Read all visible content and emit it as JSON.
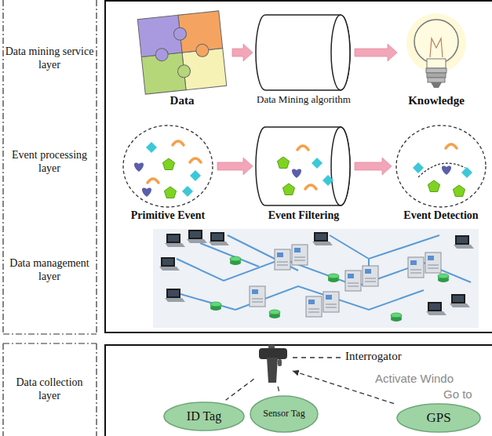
{
  "diagram": {
    "nodes": [
      {
        "text": [
          "Data"
        ]
      },
      {
        "text": [
          "Data Mining algorithm"
        ]
      },
      {
        "text": [
          "Knowledge"
        ]
      },
      {
        "text": [
          "Primitive Event"
        ]
      },
      {
        "text": [
          "Event Filtering"
        ]
      },
      {
        "text": [
          "Event Detection"
        ]
      },
      {
        "text": [
          "Interrogator"
        ]
      },
      {
        "text": [
          "ID Tag"
        ]
      },
      {
        "text": [
          "Sensor Tag"
        ]
      },
      {
        "text": [
          "GPS"
        ]
      }
    ],
    "edges": [
      {
        "from": 0,
        "to": 1,
        "arrow": "to"
      },
      {
        "from": 1,
        "to": 2,
        "arrow": "to"
      },
      {
        "from": 3,
        "to": 4,
        "arrow": "to"
      },
      {
        "from": 4,
        "to": 5,
        "arrow": "to"
      },
      {
        "from": 6,
        "to": 7,
        "arrow": "none"
      },
      {
        "from": 6,
        "to": 8,
        "arrow": "none"
      },
      {
        "from": 9,
        "to": 6,
        "arrow": "to"
      }
    ],
    "labels": [
      "Data mining service layer",
      "Event processing layer",
      "Data management layer",
      "Data collection layer",
      "Activate Windo",
      "Go to"
    ]
  }
}
